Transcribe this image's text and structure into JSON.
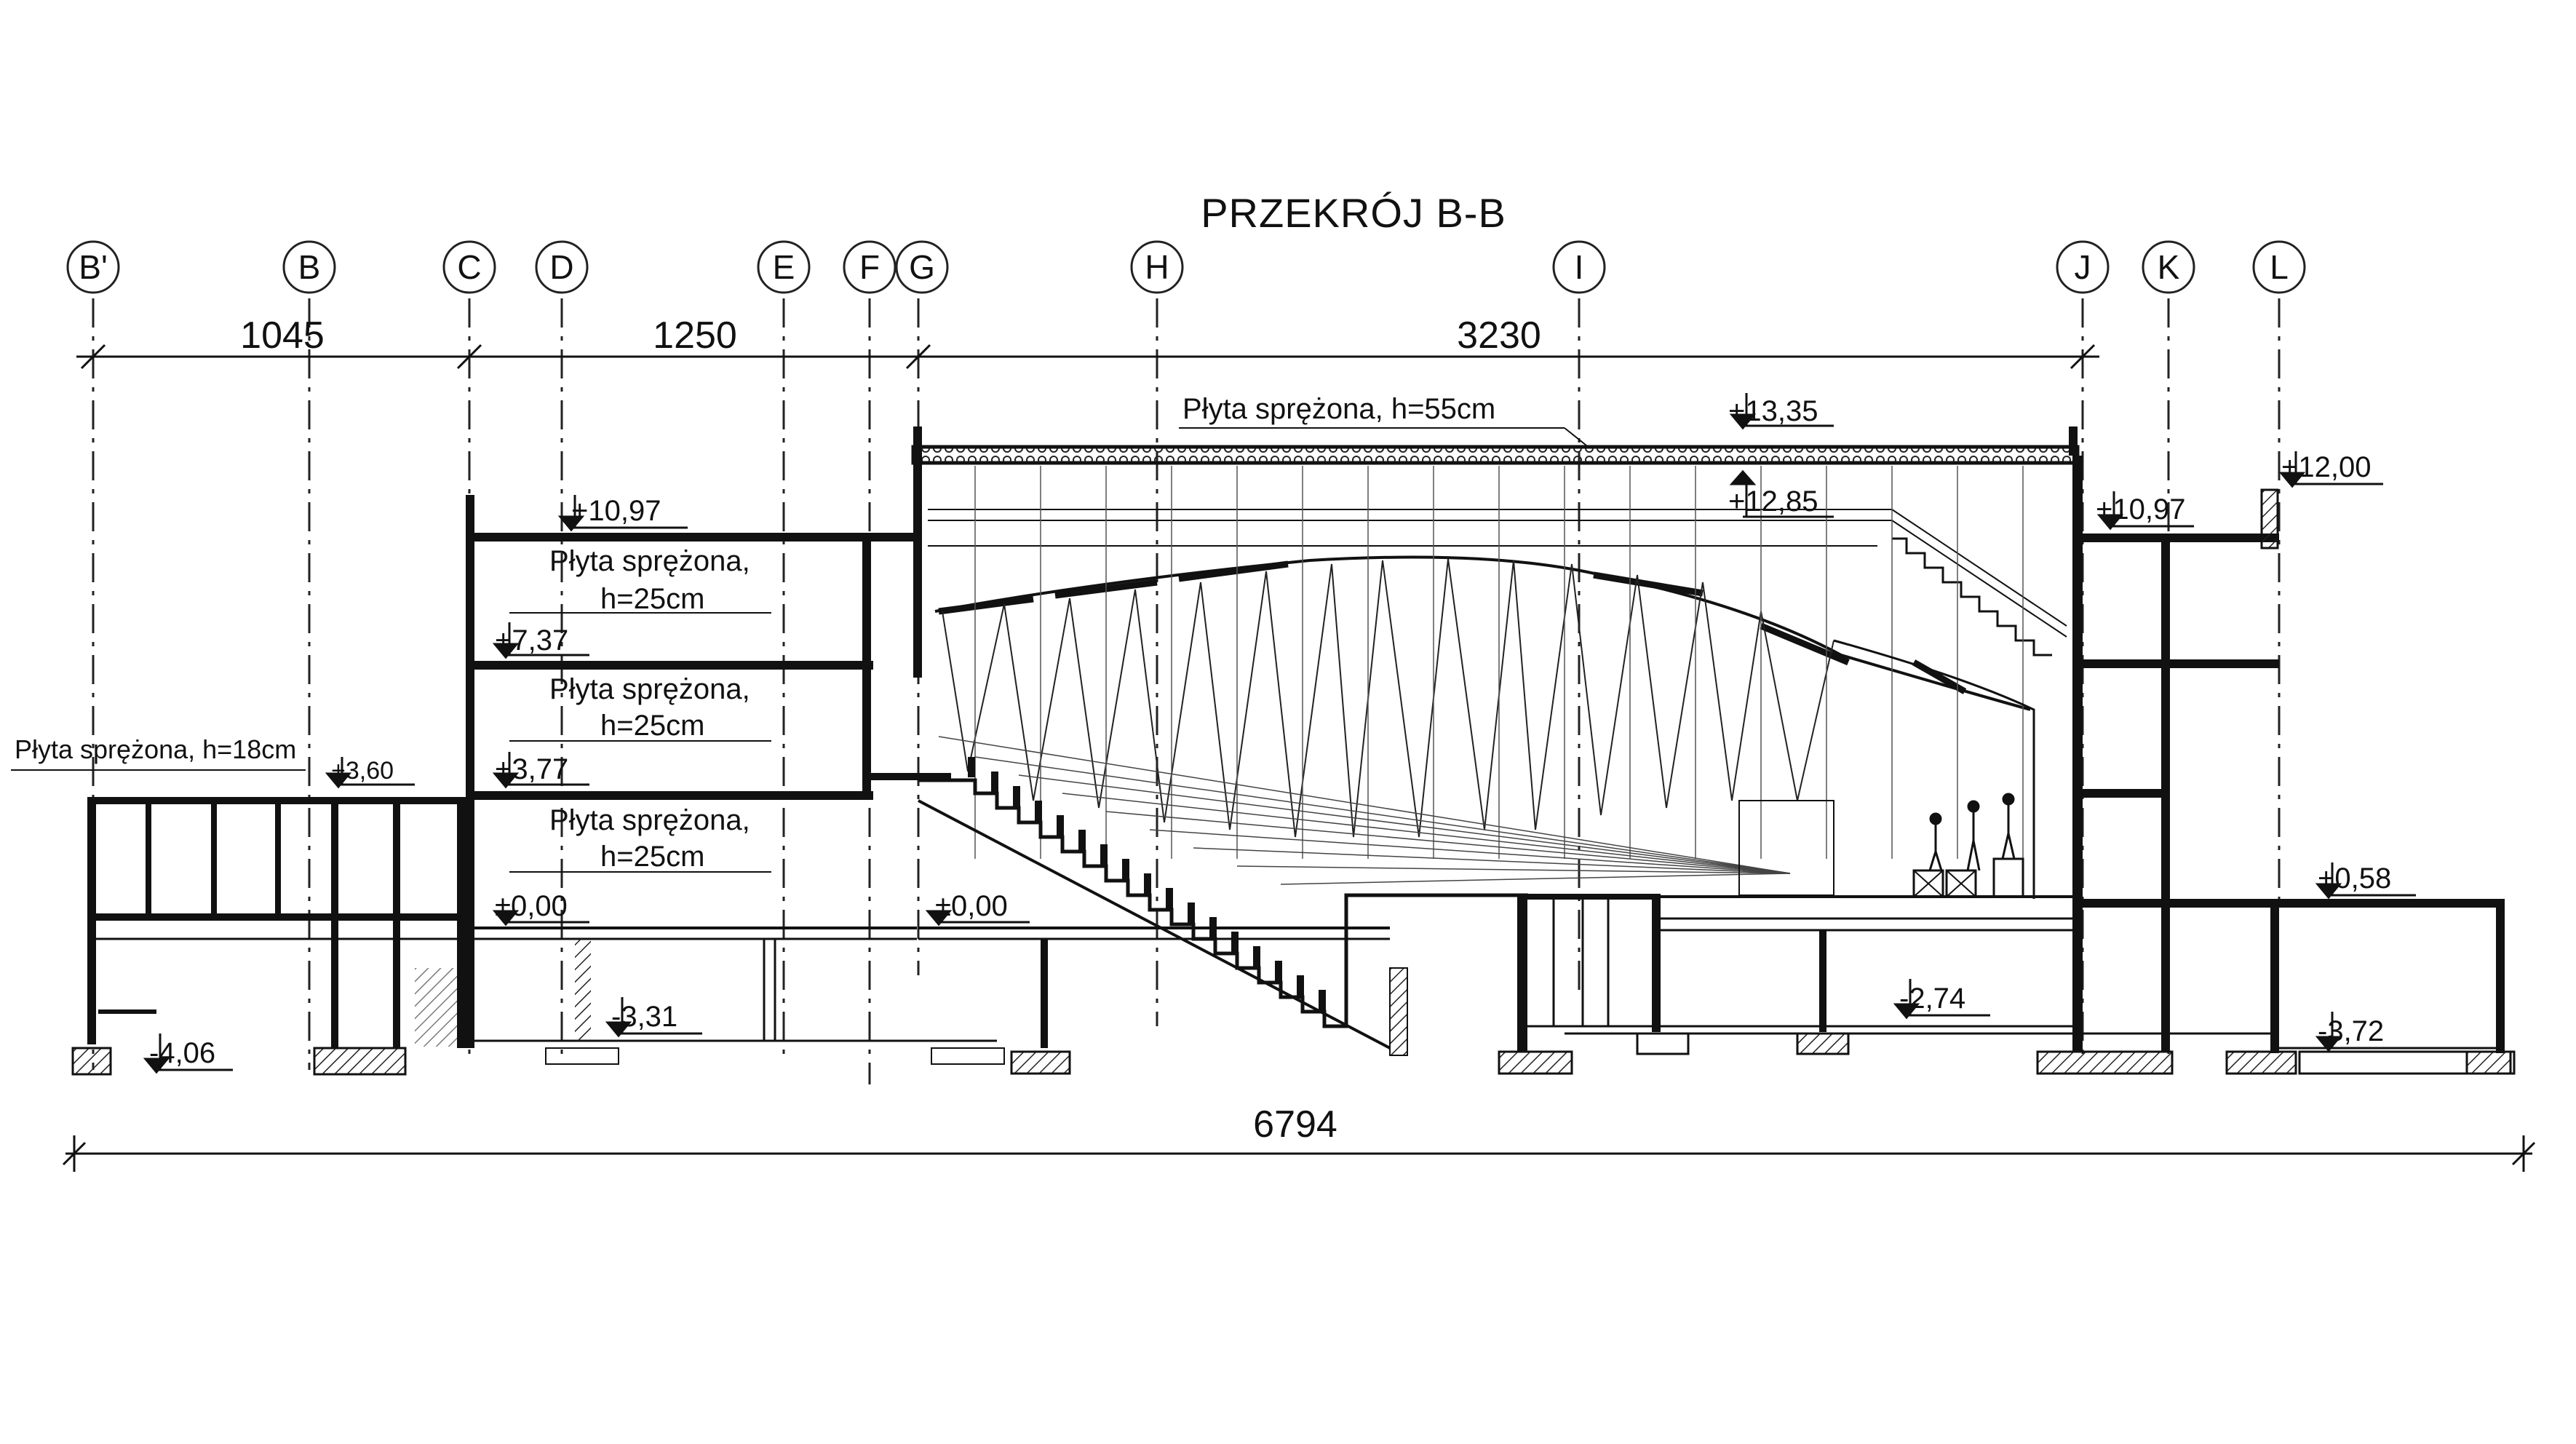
{
  "title": "PRZEKRÓJ B-B",
  "grid_axes": [
    "B'",
    "B",
    "C",
    "D",
    "E",
    "F",
    "G",
    "H",
    "I",
    "J",
    "K",
    "L"
  ],
  "dimensions": {
    "span_1": "1045",
    "span_2": "1250",
    "span_3": "3230",
    "overall": "6794"
  },
  "slab_notes": {
    "roof": "Płyta sprężona,  h=55cm",
    "left_wing": "Płyta sprężona, h=18cm",
    "floor_1_line1": "Płyta sprężona,",
    "floor_1_line2": "h=25cm",
    "floor_2_line1": "Płyta sprężona,",
    "floor_2_line2": "h=25cm",
    "floor_3_line1": "Płyta sprężona,",
    "floor_3_line2": "h=25cm"
  },
  "levels": {
    "roof_top": "+13,35",
    "roof_bottom": "+12,85",
    "left_top": "+10,97",
    "floor_737": "+7,37",
    "floor_377": "+3,77",
    "left_wing_roof": "+3,60",
    "zero_left": "±0,00",
    "zero_hall": "±0,00",
    "base_406": "-4,06",
    "base_331": "-3,31",
    "base_274": "-2,74",
    "right_1097": "+10,97",
    "right_1200": "+12,00",
    "right_058": "+0,58",
    "base_372": "-3,72"
  }
}
